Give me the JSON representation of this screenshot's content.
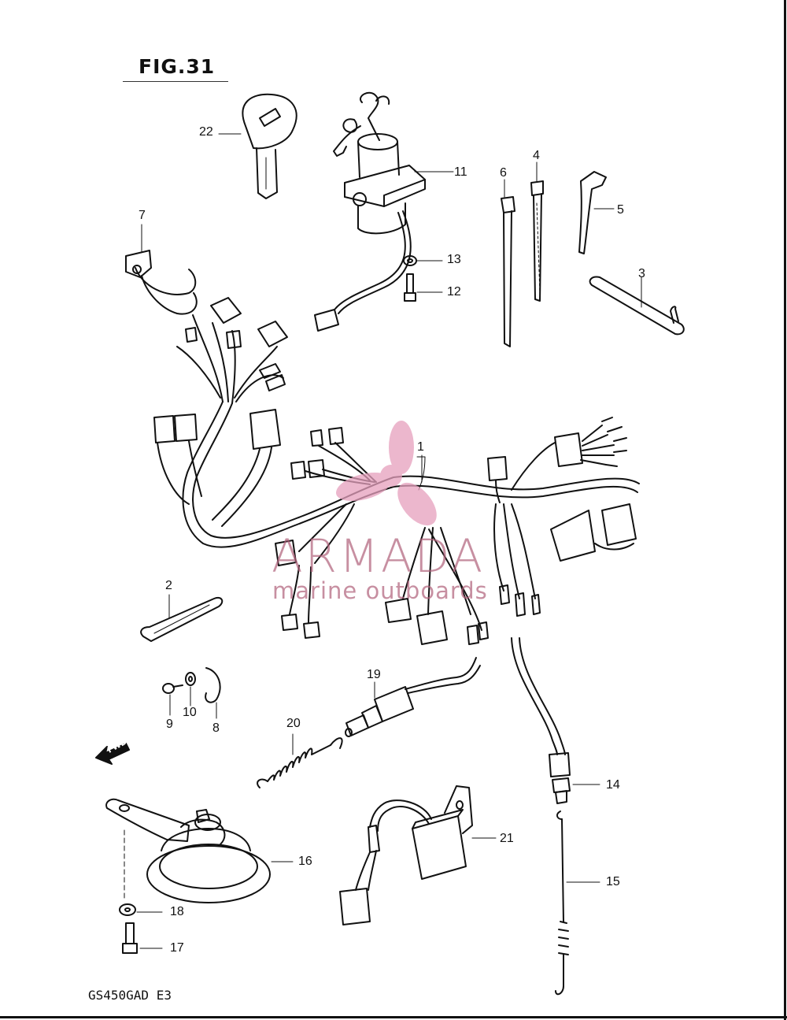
{
  "figure": {
    "title": "FIG.31",
    "model_code": "GS450GAD E3",
    "fwd_label": "FWD"
  },
  "watermark": {
    "brand": "ARMADA",
    "tagline": "marine outboards",
    "color": "#b0607a",
    "logo_color": "#e6a0bd"
  },
  "callouts": [
    "1",
    "2",
    "3",
    "4",
    "5",
    "6",
    "7",
    "8",
    "9",
    "10",
    "11",
    "12",
    "13",
    "14",
    "15",
    "16",
    "17",
    "18",
    "19",
    "20",
    "21",
    "22"
  ],
  "colors": {
    "ink": "#111111",
    "paper": "#ffffff"
  },
  "icons": [
    "ignition-key-icon",
    "fwd-arrow-icon",
    "propeller-logo-icon"
  ]
}
